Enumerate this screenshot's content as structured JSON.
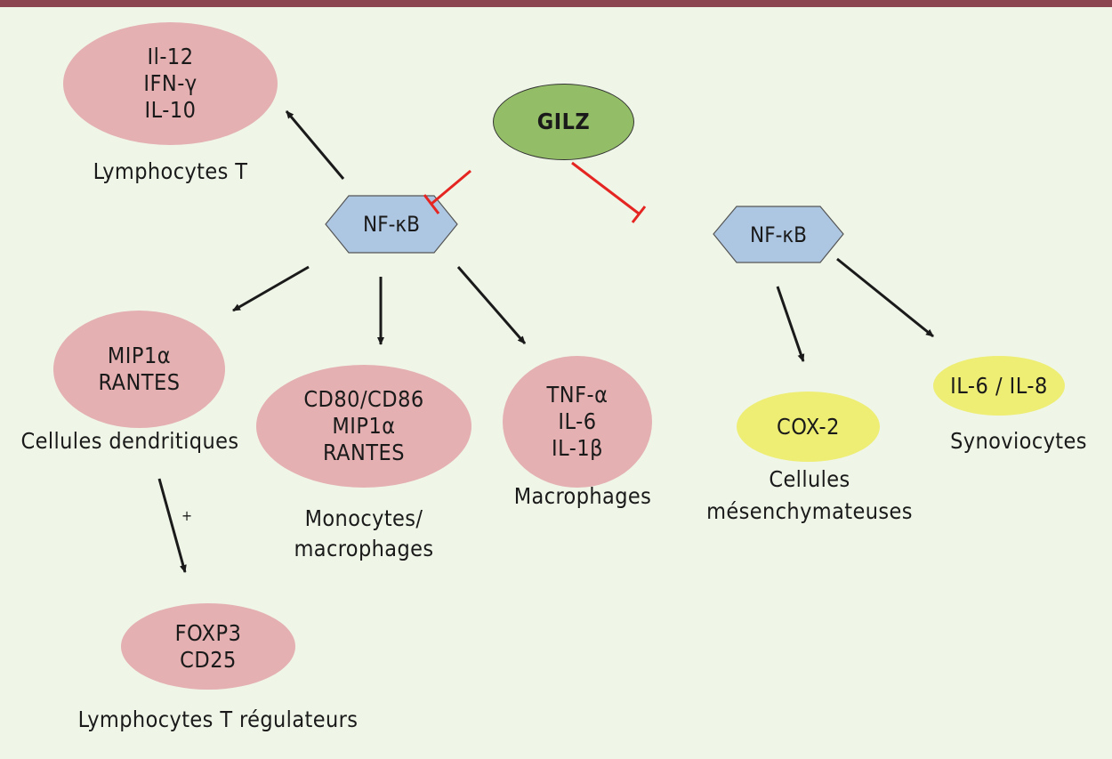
{
  "diagram": {
    "colors": {
      "header_bar": "#8a4550",
      "background": "#eff6e8",
      "cytokine_node": "#e4b0b1",
      "mesenchymal_node": "#eeed74",
      "gilz_node": "#93bd66",
      "nfkb_node": "#adc7e3",
      "inhibition": "#e52521",
      "activation": "#1a1a1a"
    },
    "gilz": {
      "label": "GILZ"
    },
    "nfkb_left": {
      "label": "NF-κB"
    },
    "nfkb_right": {
      "label": "NF-κB"
    },
    "nodes": {
      "lymphocytes_t": {
        "lines": [
          "Il-12",
          "IFN-γ",
          "IL-10"
        ],
        "caption": "Lymphocytes T"
      },
      "dendritic": {
        "lines": [
          "MIP1α",
          "RANTES"
        ],
        "caption": "Cellules dendritiques"
      },
      "monocytes": {
        "lines": [
          "CD80/CD86",
          "MIP1α",
          "RANTES"
        ],
        "caption_lines": [
          "Monocytes/",
          "macrophages"
        ]
      },
      "macrophages": {
        "lines": [
          "TNF-α",
          "IL-6",
          "IL-1β"
        ],
        "caption": "Macrophages"
      },
      "tregs": {
        "lines": [
          "FOXP3",
          "CD25"
        ],
        "caption": "Lymphocytes T régulateurs"
      },
      "mesenchymal": {
        "lines": [
          "COX-2"
        ],
        "caption_lines": [
          "Cellules",
          "mésenchymateuses"
        ]
      },
      "synoviocytes": {
        "lines": [
          "IL-6 / IL-8"
        ],
        "caption": "Synoviocytes"
      }
    },
    "edges": [
      {
        "from": "gilz",
        "to": "nfkb_left",
        "type": "inhibition"
      },
      {
        "from": "gilz",
        "to": "nfkb_right",
        "type": "inhibition"
      },
      {
        "from": "nfkb_left",
        "to": "lymphocytes_t",
        "type": "activation"
      },
      {
        "from": "nfkb_left",
        "to": "dendritic",
        "type": "activation"
      },
      {
        "from": "nfkb_left",
        "to": "monocytes",
        "type": "activation"
      },
      {
        "from": "nfkb_left",
        "to": "macrophages",
        "type": "activation"
      },
      {
        "from": "dendritic",
        "to": "tregs",
        "type": "activation",
        "label": "+"
      },
      {
        "from": "nfkb_right",
        "to": "mesenchymal",
        "type": "activation"
      },
      {
        "from": "nfkb_right",
        "to": "synoviocytes",
        "type": "activation"
      }
    ]
  }
}
